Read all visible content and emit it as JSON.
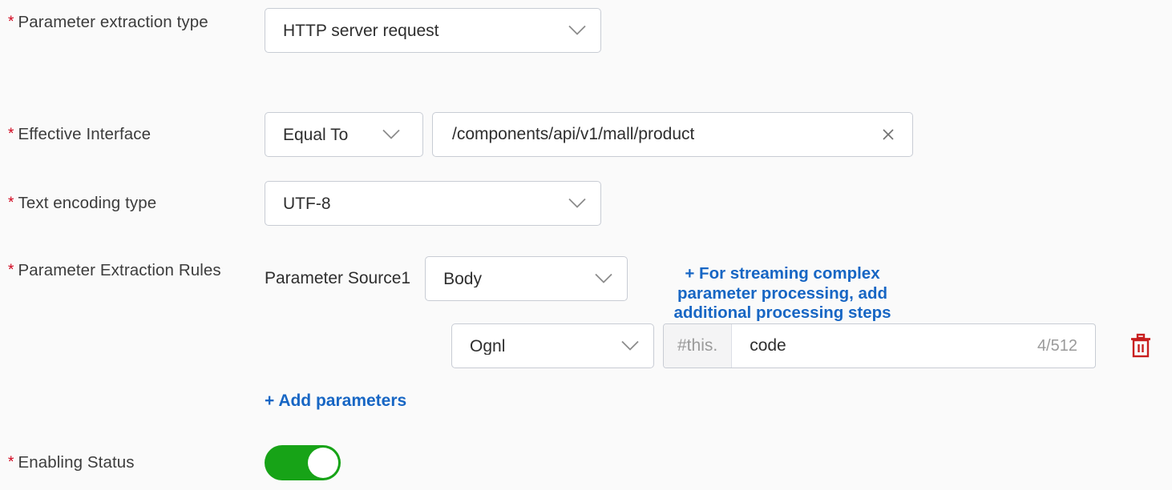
{
  "form": {
    "rows": {
      "extraction_type": {
        "label": "Parameter extraction type",
        "required": true,
        "select_value": "HTTP server request",
        "icon": "chevron-down-icon"
      },
      "effective_interface": {
        "label": "Effective Interface",
        "required": true,
        "operator_value": "Equal To",
        "path_value": "/components/api/v1/mall/product",
        "clear_icon": "close-icon",
        "icon": "chevron-down-icon"
      },
      "encoding": {
        "label": "Text encoding type",
        "required": true,
        "select_value": "UTF-8",
        "icon": "chevron-down-icon"
      },
      "extraction_rules": {
        "label": "Parameter Extraction Rules",
        "required": true,
        "source_label": "Parameter Source1",
        "source_value": "Body",
        "expression_type_value": "Ognl",
        "expression_prefix": "#this.",
        "expression_value": "code",
        "counter": "4/512",
        "streaming_link": "+ For streaming complex parameter processing, add additional processing steps",
        "add_parameters_link": "+ Add parameters",
        "delete_icon": "trash-icon"
      },
      "enabling_status": {
        "label": "Enabling Status",
        "required": true,
        "toggle_on": true
      }
    }
  },
  "colors": {
    "link_blue": "#1766c4",
    "required_red": "#d0021b",
    "toggle_green": "#17a317",
    "delete_red": "#c81e1e",
    "border_gray": "#c8ccd4",
    "label_gray": "#3c3c3c",
    "placeholder_gray": "#9a9a9a"
  }
}
